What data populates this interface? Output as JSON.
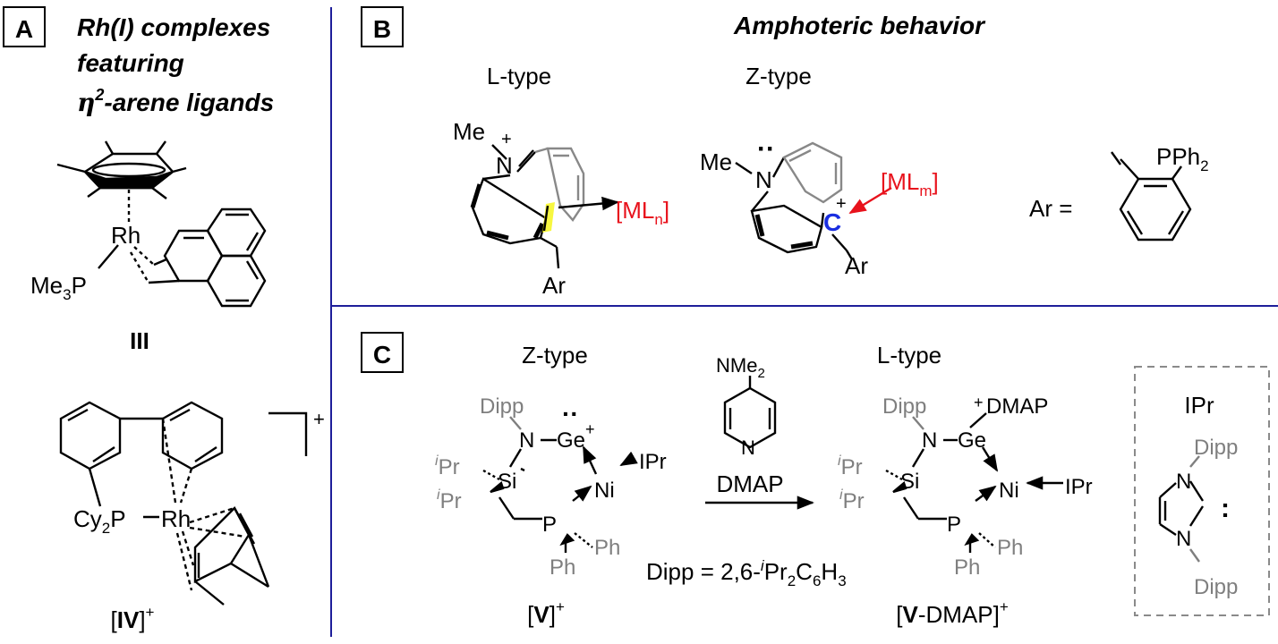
{
  "panels": {
    "A": {
      "letter": "A",
      "title_line1": "Rh(I) complexes",
      "title_line2": "featuring",
      "title_eta": "η",
      "title_sup": "2",
      "title_line3_rest": "-arene ligands",
      "complex_III": {
        "metal": "Rh",
        "phosphine": "Me",
        "phosphine_sub": "3",
        "phosphine_p": "P",
        "label": "III"
      },
      "complex_IV": {
        "metal": "Rh",
        "phosphine": "Cy",
        "phosphine_sub": "2",
        "phosphine_p": "P",
        "charge": "+",
        "label_open": "[",
        "label_bold": "IV",
        "label_close": "]",
        "label_sup": "+"
      }
    },
    "B": {
      "letter": "B",
      "title": "Amphoteric behavior",
      "ltype_label": "L-type",
      "ztype_label": "Z-type",
      "me": "Me",
      "n": "N",
      "plus": "+",
      "ar": "Ar",
      "c": "C",
      "ml_n": "[ML",
      "ml_n_sub": "n",
      "ml_n_close": "]",
      "ml_m": "[ML",
      "ml_m_sub": "m",
      "ml_m_close": "]",
      "ar_eq": "Ar =",
      "pph2": "PPh",
      "pph2_sub": "2",
      "lone_pair": "··"
    },
    "C": {
      "letter": "C",
      "ztype_label": "Z-type",
      "ltype_label": "L-type",
      "dipp": "Dipp",
      "n": "N",
      "ge": "Ge",
      "si": "Si",
      "ni": "Ni",
      "p": "P",
      "ipr_ligand": "IPr",
      "ipr_i": "i",
      "ipr_pr": "Pr",
      "ph": "Ph",
      "plus": "+",
      "lone_pair": "··",
      "dmap": "DMAP",
      "nme2": "NMe",
      "nme2_sub": "2",
      "arrow_label": "DMAP",
      "dipp_def_start": "Dipp = 2,6-",
      "dipp_def_i": "i",
      "dipp_def_pr": "Pr",
      "dipp_def_sub2": "2",
      "dipp_def_c": "C",
      "dipp_def_sub6": "6",
      "dipp_def_h": "H",
      "dipp_def_sub3": "3",
      "label_V_open": "[",
      "label_V_bold": "V",
      "label_V_close": "]",
      "label_V_sup": "+",
      "label_VD_open": "[",
      "label_VD_bold": "V",
      "label_VD_rest": "-DMAP]",
      "label_VD_sup": "+",
      "box_title": "IPr",
      "colon": ":"
    }
  },
  "colors": {
    "text": "#000000",
    "grey_text": "#7f7f7f",
    "divider": "#1e1e9a",
    "red": "#e8121c",
    "blue": "#1a2ee0",
    "highlight": "#f4f400",
    "dashed_box": "#8a8a8a"
  }
}
